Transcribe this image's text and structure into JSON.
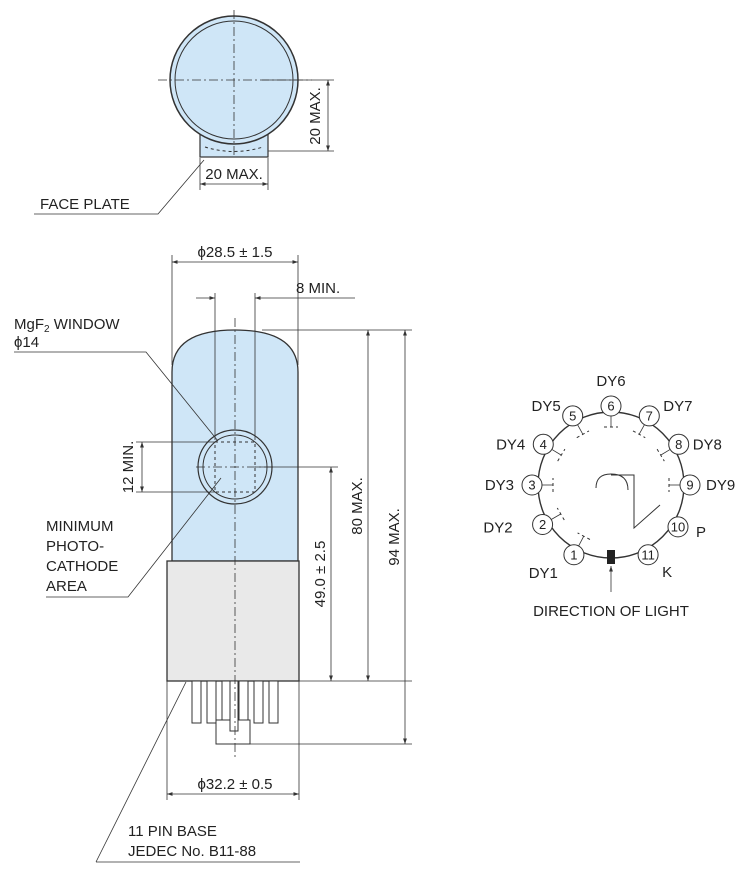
{
  "top_view": {
    "face_plate_label": "FACE PLATE",
    "width_dim": "20 MAX.",
    "height_dim": "20 MAX."
  },
  "side_view": {
    "diameter_top": "ϕ28.5 ± 1.5",
    "min_8": "8 MIN.",
    "window_label_line1": "MgF",
    "window_label_sub": "2",
    "window_label_line1_tail": " WINDOW",
    "window_label_line2": "ϕ14",
    "min_12": "12 MIN.",
    "cathode_area": [
      "MINIMUM",
      "PHOTO-",
      "CATHODE",
      "AREA"
    ],
    "dim_49": "49.0 ± 2.5",
    "dim_80": "80 MAX.",
    "dim_94": "94 MAX.",
    "diameter_base": "ϕ32.2 ± 0.5",
    "base_label_line1": "11 PIN BASE",
    "base_label_line2": "JEDEC No. B11-88"
  },
  "base_diagram": {
    "direction_label": "DIRECTION OF LIGHT",
    "pins": [
      {
        "number": "1",
        "name": "DY1"
      },
      {
        "number": "2",
        "name": "DY2"
      },
      {
        "number": "3",
        "name": "DY3"
      },
      {
        "number": "4",
        "name": "DY4"
      },
      {
        "number": "5",
        "name": "DY5"
      },
      {
        "number": "6",
        "name": "DY6"
      },
      {
        "number": "7",
        "name": "DY7"
      },
      {
        "number": "8",
        "name": "DY8"
      },
      {
        "number": "9",
        "name": "DY9"
      },
      {
        "number": "10",
        "name": "P"
      },
      {
        "number": "11",
        "name": "K"
      }
    ]
  },
  "colors": {
    "glass": "#cfe6f7",
    "base": "#e9e9e9",
    "line": "#333333"
  }
}
